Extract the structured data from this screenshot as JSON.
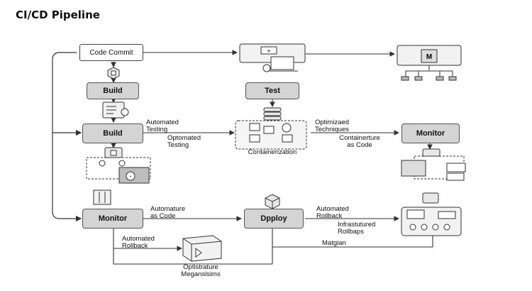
{
  "title": "CI/CD Pipeline",
  "nodes": {
    "code_commit": "Code Commit",
    "build_1": "Build",
    "test": "Test",
    "build_2": "Build",
    "monitor_right": "Monitor",
    "monitor_left": "Monitor",
    "deploy": "Dpploy"
  },
  "labels": {
    "automated_testing": "Automated\nTesting",
    "optomated_testing": "Optomated\nTesting",
    "containerization": "Containerization",
    "optimized_techniques": "Optimizaed\nTechniques",
    "containerture_as_code": "Containerture\nas Code",
    "automature_as_code": "Automature\nas Code",
    "automated_rollback_right": "Automated\nRollback",
    "infrastructured_rollbaps": "Infrastutured\nRollbaps",
    "automated_rollback_left": "Automated\nRollback",
    "matgian": "Matgian",
    "optisturature_megansims": "Optistrature\nMeganslsims"
  },
  "icon_labels": {
    "plus": "+",
    "minus": "-",
    "mailbox": "M"
  },
  "colors": {
    "node_fill": "#d4d4d4",
    "stroke": "#444444",
    "icon_fill": "#e8e8e8"
  }
}
